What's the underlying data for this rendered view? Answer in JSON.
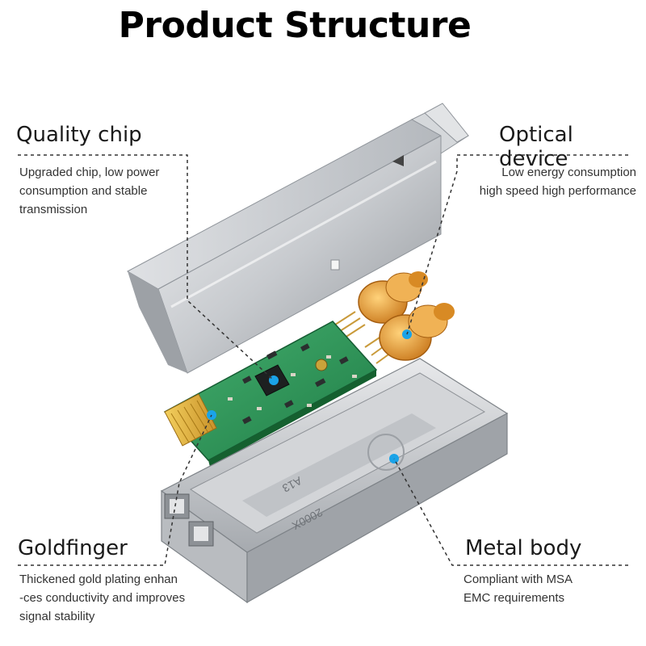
{
  "title": "Product Structure",
  "callouts": {
    "quality_chip": {
      "heading": "Quality chip",
      "description": "Upgraded chip, low power\nconsumption and stable\ntransmission"
    },
    "optical_device": {
      "heading": "Optical device",
      "description": "Low energy consumption\nhigh speed high performance"
    },
    "goldfinger": {
      "heading": "Goldfinger",
      "description": "Thickened gold plating enhan\n-ces conductivity and improves\nsignal stability"
    },
    "metal_body": {
      "heading": "Metal body",
      "description": "Compliant with MSA\nEMC requirements"
    }
  },
  "body_markings": [
    "A13",
    "2000X"
  ],
  "colors": {
    "marker": "#1aa3e8",
    "pcb": "#2e9a5c",
    "gold": "#e0b23c",
    "metal": "#c9ccd1",
    "optical": "#e8a030"
  }
}
